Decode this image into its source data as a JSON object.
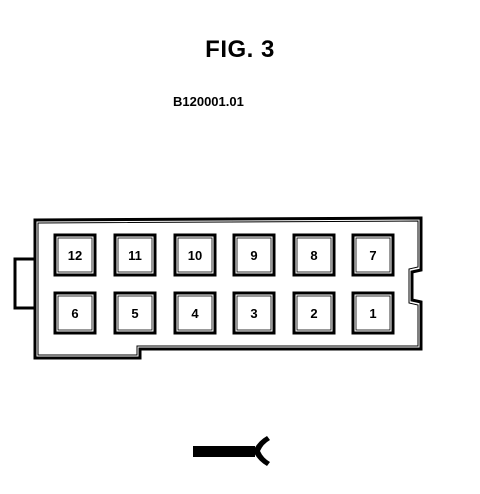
{
  "figure": {
    "title": "FIG. 3",
    "drawing_id": "B120001.01"
  },
  "connector": {
    "top_row_pins": [
      "12",
      "11",
      "10",
      "9",
      "8",
      "7"
    ],
    "bottom_row_pins": [
      "6",
      "5",
      "4",
      "3",
      "2",
      "1"
    ]
  },
  "colors": {
    "line": "#000000",
    "background": "#ffffff"
  },
  "icons": [
    "wire-harness-icon"
  ]
}
